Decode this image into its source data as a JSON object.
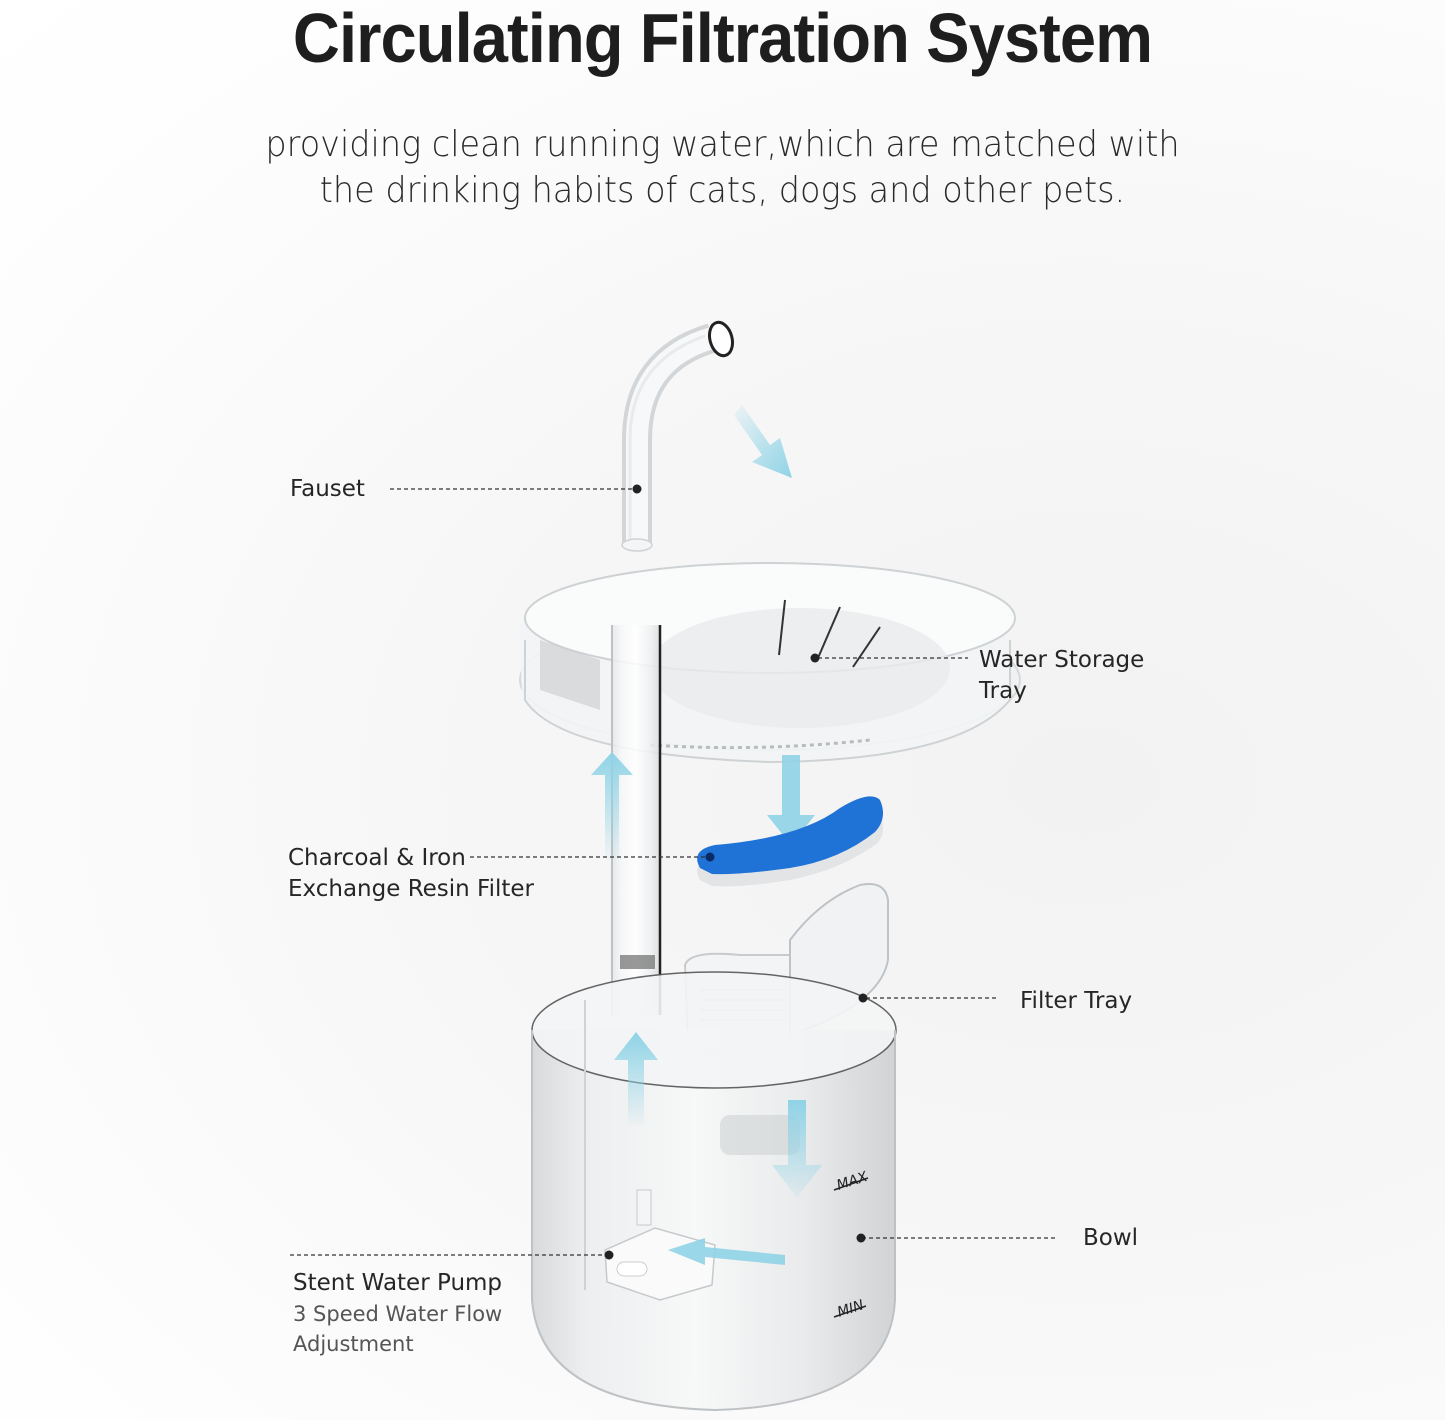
{
  "header": {
    "title": "Circulating Filtration System",
    "subtitle_line1": "providing clean running water,which are matched with",
    "subtitle_line2": "the drinking habits of cats, dogs and other pets."
  },
  "parts": [
    {
      "id": "fauset",
      "label": "Fauset"
    },
    {
      "id": "water-storage-tray",
      "label_line1": "Water Storage",
      "label_line2": "Tray"
    },
    {
      "id": "filter",
      "label_line1": "Charcoal & Iron",
      "label_line2": "Exchange Resin Filter"
    },
    {
      "id": "filter-tray",
      "label": "Filter Tray"
    },
    {
      "id": "bowl",
      "label": "Bowl"
    },
    {
      "id": "pump",
      "label": "Stent Water Pump",
      "detail_line1": "3 Speed Water Flow",
      "detail_line2": "Adjustment"
    }
  ],
  "bowl_markings": {
    "max": "MAX",
    "min": "MIN"
  },
  "colors": {
    "flow_arrow": "#8fd3e6",
    "filter_blue": "#1f73d6",
    "leader_line": "#333333"
  }
}
